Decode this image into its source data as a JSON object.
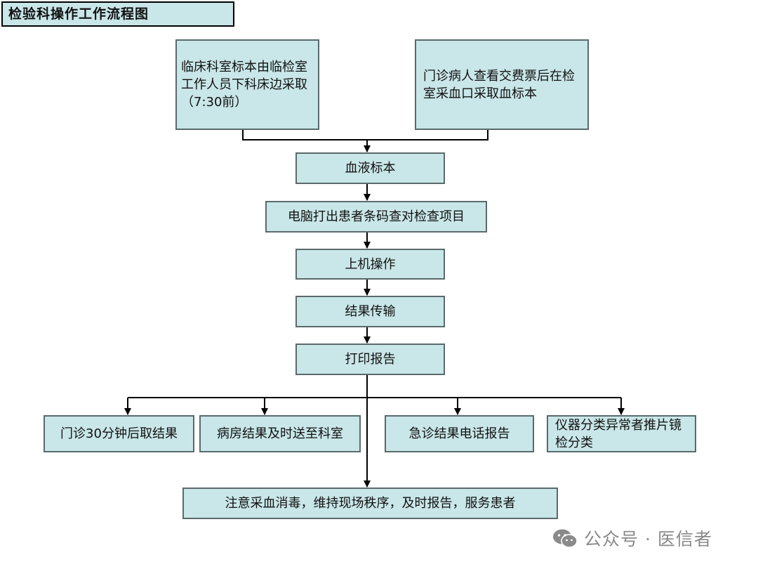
{
  "title": "检验科操作工作流程图",
  "nodes": {
    "ward": "临床科室标本由临检室工作人员下科床边采取（7:30前）",
    "outpatient": "门诊病人查看交费票后在检室采血口采取血标本",
    "blood": "血液标本",
    "barcode": "电脑打出患者条码查对检查项目",
    "machine": "上机操作",
    "transfer": "结果传输",
    "print": "打印报告",
    "out30": "门诊30分钟后取结果",
    "ward_result": "病房结果及时送至科室",
    "emergency": "急诊结果电话报告",
    "instrument": "仪器分类异常者推片镜检分类",
    "notice": "注意采血消毒，维持现场秩序，及时报告，服务患者"
  },
  "watermark": {
    "text": "公众号 · 医信者",
    "icon": "wechat-icon"
  },
  "colors": {
    "box_fill": "#c9e6e8",
    "box_border": "#5a6a6c",
    "line": "#000000",
    "watermark": "#8a8a8a"
  }
}
